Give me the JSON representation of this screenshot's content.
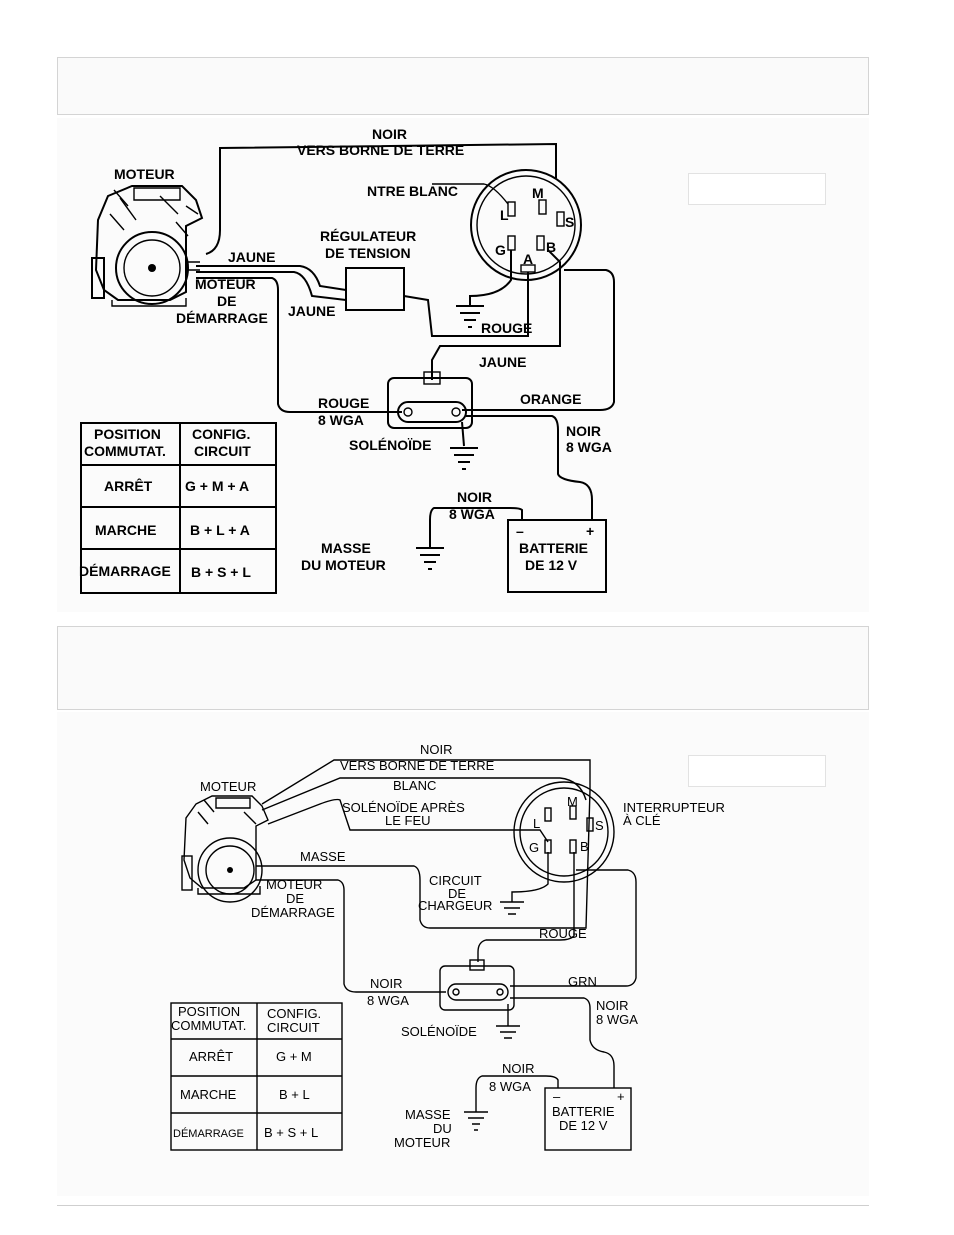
{
  "diagram1": {
    "engine": "MOTEUR",
    "ground_wire_color": "NOIR",
    "ground_wire_dest": "VERS BORNE DE TERRE",
    "neutral_white": "NTRE BLANC",
    "regulator_line1": "RÉGULATEUR",
    "regulator_line2": "DE TENSION",
    "jaune_1": "JAUNE",
    "jaune_2": "JAUNE",
    "jaune_3": "JAUNE",
    "starter_line1": "MOTEUR",
    "starter_line2": "DE",
    "starter_line3": "DÉMARRAGE",
    "rouge_1": "ROUGE",
    "rouge_2": "ROUGE",
    "rouge_2_gauge": "8 WGA",
    "orange": "ORANGE",
    "solenoid": "SOLÉNOÏDE",
    "noir_1": "NOIR",
    "noir_1_gauge": "8 WGA",
    "noir_2": "NOIR",
    "noir_2_gauge": "8 WGA",
    "mass_line1": "MASSE",
    "mass_line2": "DU MOTEUR",
    "battery_line1": "BATTERIE",
    "battery_line2": "DE 12 V",
    "minus": "–",
    "plus": "+",
    "terminals": {
      "L": "L",
      "M": "M",
      "S": "S",
      "G": "G",
      "B": "B",
      "A": "A"
    },
    "table": {
      "header_col1_line1": "POSITION",
      "header_col1_line2": "COMMUTAT.",
      "header_col2_line1": "CONFIG.",
      "header_col2_line2": "CIRCUIT",
      "rows": [
        {
          "position": "ARRÊT",
          "config": "G + M + A"
        },
        {
          "position": "MARCHE",
          "config": "B + L + A"
        },
        {
          "position": "DÉMARRAGE",
          "config": "B + S + L"
        }
      ]
    }
  },
  "diagram2": {
    "engine": "MOTEUR",
    "ground_wire_color": "NOIR",
    "ground_wire_dest": "VERS BORNE DE TERRE",
    "blanc": "BLANC",
    "solenoid_after_line1": "SOLÉNOÏDE APRÈS",
    "solenoid_after_line2": "LE FEU",
    "key_switch_line1": "INTERRUPTEUR",
    "key_switch_line2": "À CLÉ",
    "masse": "MASSE",
    "starter_line1": "MOTEUR",
    "starter_line2": "DE",
    "starter_line3": "DÉMARRAGE",
    "charger_line1": "CIRCUIT",
    "charger_line2": "DE",
    "charger_line3": "CHARGEUR",
    "rouge": "ROUGE",
    "grn": "GRN",
    "noir_1": "NOIR",
    "noir_1_gauge": "8 WGA",
    "noir_2": "NOIR",
    "noir_2_gauge": "8 WGA",
    "noir_3": "NOIR",
    "noir_3_gauge": "8 WGA",
    "solenoid": "SOLÉNOÏDE",
    "mass_line1": "MASSE",
    "mass_line2": "DU",
    "mass_line3": "MOTEUR",
    "battery_line1": "BATTERIE",
    "battery_line2": "DE 12 V",
    "minus": "–",
    "plus": "+",
    "terminals": {
      "L": "L",
      "M": "M",
      "S": "S",
      "G": "G",
      "B": "B"
    },
    "table": {
      "header_col1_line1": "POSITION",
      "header_col1_line2": "COMMUTAT.",
      "header_col2_line1": "CONFIG.",
      "header_col2_line2": "CIRCUIT",
      "rows": [
        {
          "position": "ARRÊT",
          "config": "G + M"
        },
        {
          "position": "MARCHE",
          "config": "B + L"
        },
        {
          "position": "DÉMARRAGE",
          "config": "B + S + L"
        }
      ]
    }
  }
}
